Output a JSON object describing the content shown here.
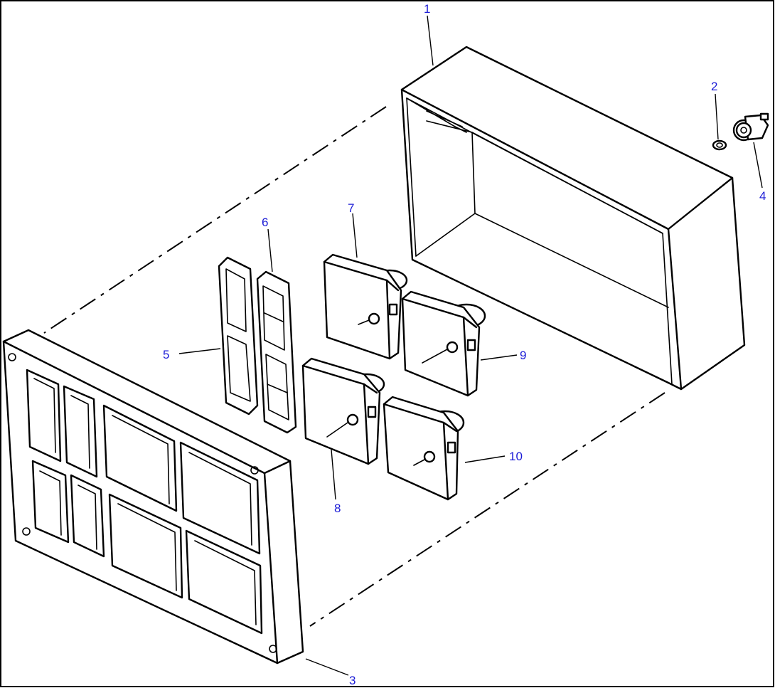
{
  "callouts": {
    "c1": "1",
    "c2": "2",
    "c3": "3",
    "c4": "4",
    "c5": "5",
    "c6": "6",
    "c7": "7",
    "c8": "8",
    "c9": "9",
    "c10": "10"
  },
  "colors": {
    "callout_text": "#1a1ad6",
    "line": "#000000",
    "background": "#ffffff"
  }
}
